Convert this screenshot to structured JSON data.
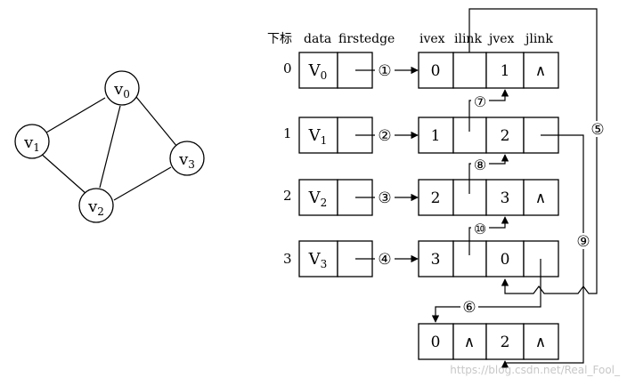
{
  "graph": {
    "vertices": [
      {
        "letter": "v",
        "sub": "0"
      },
      {
        "letter": "v",
        "sub": "1"
      },
      {
        "letter": "v",
        "sub": "2"
      },
      {
        "letter": "v",
        "sub": "3"
      }
    ]
  },
  "headers": {
    "index": "下标",
    "data": "data",
    "firstedge": "firstedge",
    "ivex": "ivex",
    "ilink": "ilink",
    "jvex": "jvex",
    "jlink": "jlink"
  },
  "vertex_table": [
    {
      "index": "0",
      "letter": "V",
      "sub": "0",
      "edge_mark": "①"
    },
    {
      "index": "1",
      "letter": "V",
      "sub": "1",
      "edge_mark": "②"
    },
    {
      "index": "2",
      "letter": "V",
      "sub": "2",
      "edge_mark": "③"
    },
    {
      "index": "3",
      "letter": "V",
      "sub": "3",
      "edge_mark": "④"
    }
  ],
  "edge_nodes": [
    {
      "ivex": "0",
      "ilink": "",
      "jvex": "1",
      "jlink": "∧"
    },
    {
      "ivex": "1",
      "ilink": "",
      "jvex": "2",
      "jlink": ""
    },
    {
      "ivex": "2",
      "ilink": "",
      "jvex": "3",
      "jlink": "∧"
    },
    {
      "ivex": "3",
      "ilink": "",
      "jvex": "0",
      "jlink": ""
    },
    {
      "ivex": "0",
      "ilink": "∧",
      "jvex": "2",
      "jlink": "∧"
    }
  ],
  "link_marks": {
    "m5": "⑤",
    "m6": "⑥",
    "m7": "⑦",
    "m8": "⑧",
    "m9": "⑨",
    "m10": "⑩"
  },
  "watermark": "https://blog.csdn.net/Real_Fool_"
}
